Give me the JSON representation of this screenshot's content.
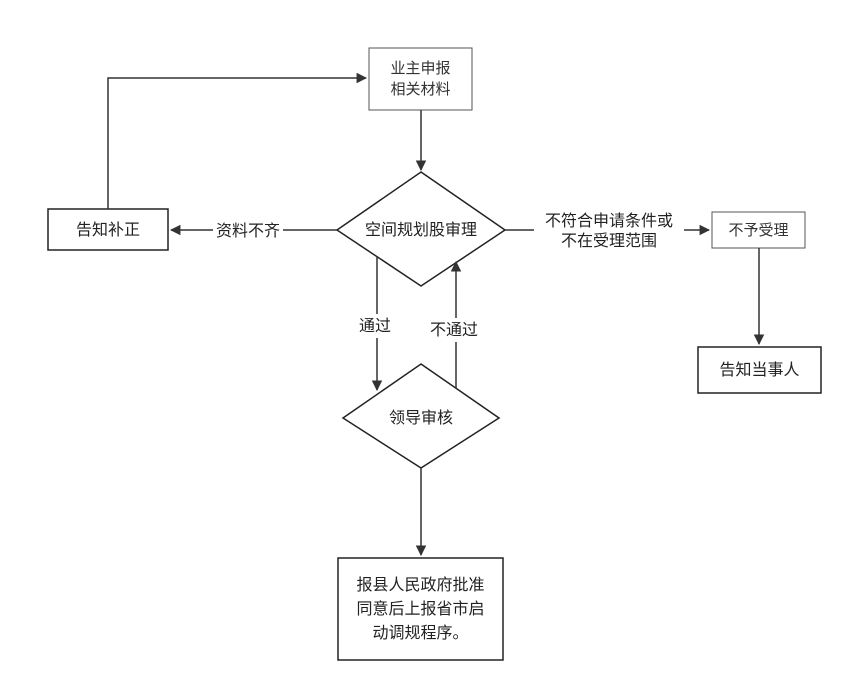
{
  "nodes": {
    "applicant": {
      "lines": [
        "业主申报",
        "相关材料"
      ]
    },
    "review": {
      "label": "空间规划股审理"
    },
    "notify_fix": {
      "label": "告知补正"
    },
    "reject": {
      "label": "不予受理"
    },
    "notify_party": {
      "label": "告知当事人"
    },
    "leader": {
      "label": "领导审核"
    },
    "final": {
      "lines": [
        "报县人民政府批准",
        "同意后上报省市启",
        "动调规程序。"
      ]
    }
  },
  "edges": {
    "incomplete": "资料不齐",
    "not_meet": [
      "不符合申请条件或",
      "不在受理范围"
    ],
    "pass": "通过",
    "fail": "不通过"
  }
}
